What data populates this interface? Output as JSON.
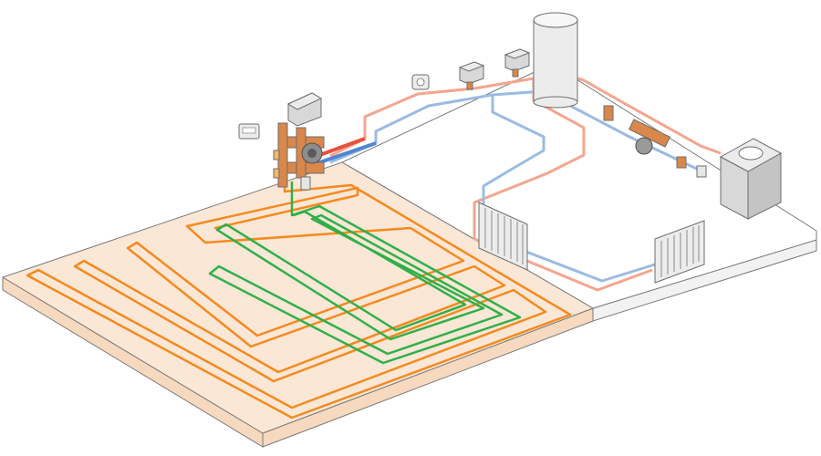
{
  "diagram": {
    "colors": {
      "background": "#ffffff",
      "heated_slab_top": "#fbe7d6",
      "heated_slab_side": "#f6d9bf",
      "plain_slab_top": "#ffffff",
      "plain_slab_side": "#f2f2f2",
      "slab_outline": "#7a7a7a",
      "supply_loop": "#f58a1f",
      "return_loop": "#2fb04a",
      "supply_pipe": "#f4a58e",
      "return_pipe": "#9bbbe3",
      "manifold_brass": "#d9874a",
      "equipment_light": "#ececec",
      "equipment_mid": "#d8d8d8",
      "equipment_dark": "#c4c4c4",
      "equipment_outline": "#6e6e6e"
    },
    "components": [
      {
        "id": "heated-floor-slab",
        "icon": "floor-slab"
      },
      {
        "id": "unheated-floor-slab",
        "icon": "floor-slab"
      },
      {
        "id": "underfloor-supply-loop",
        "icon": "pipe-loop"
      },
      {
        "id": "underfloor-return-loop",
        "icon": "pipe-loop"
      },
      {
        "id": "pump-mixing-manifold",
        "icon": "manifold"
      },
      {
        "id": "control-unit",
        "icon": "control-box"
      },
      {
        "id": "room-thermostat-left",
        "icon": "thermostat"
      },
      {
        "id": "room-thermostat-top",
        "icon": "thermostat"
      },
      {
        "id": "zone-valve-actuator-1",
        "icon": "actuator"
      },
      {
        "id": "zone-valve-actuator-2",
        "icon": "actuator"
      },
      {
        "id": "hot-water-cylinder",
        "icon": "cylinder"
      },
      {
        "id": "boiler",
        "icon": "boiler"
      },
      {
        "id": "boiler-circulation-pump",
        "icon": "pump"
      },
      {
        "id": "radiator-left",
        "icon": "radiator"
      },
      {
        "id": "radiator-right",
        "icon": "radiator"
      }
    ]
  }
}
